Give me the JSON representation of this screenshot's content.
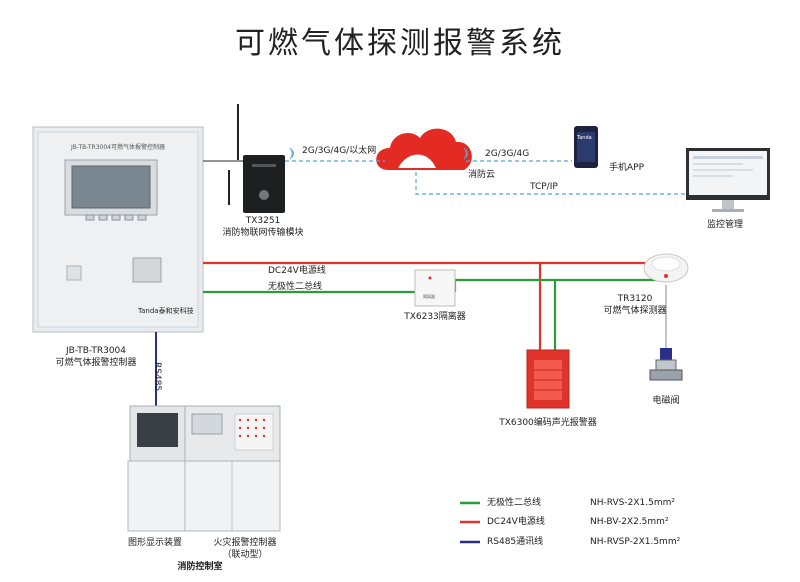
{
  "title": "可燃气体探测报警系统",
  "controller": {
    "header": "JB-TB-TR3004可燃气体报警控制器",
    "brand": "Tanda泰和安科技",
    "model": "JB-TB-TR3004",
    "name": "可燃气体报警控制器"
  },
  "transmission_module": {
    "model": "TX3251",
    "name": "消防物联网传输模块"
  },
  "cloud": {
    "name": "消防云"
  },
  "network_labels": {
    "left": "2G/3G/4G/以太网",
    "right": "2G/3G/4G",
    "tcp": "TCP/IP"
  },
  "phone": {
    "brand": "Tanda",
    "name": "手机APP"
  },
  "monitor": {
    "name": "监控管理"
  },
  "lines": {
    "dc24v": "DC24V电源线",
    "bus": "无极性二总线",
    "rs485": "RS485"
  },
  "isolator": {
    "model": "TX6233",
    "name": "隔离器",
    "label": "TX6233隔离器"
  },
  "detector": {
    "model": "TR3120",
    "name": "可燃气体探测器"
  },
  "valve": {
    "name": "电磁阀"
  },
  "alarm": {
    "label": "TX6300编码声光报警器"
  },
  "control_room": {
    "display": "图形显示装置",
    "panel_line1": "火灾报警控制器",
    "panel_line2": "（联动型）",
    "room": "消防控制室"
  },
  "legend": [
    {
      "name": "无极性二总线",
      "spec": "NH-RVS-2X1.5mm²",
      "color": "#2e9b3a"
    },
    {
      "name": "DC24V电源线",
      "spec": "NH-BV-2X2.5mm²",
      "color": "#e0332b"
    },
    {
      "name": "RS485通讯线",
      "spec": "NH-RVSP-2X1.5mm²",
      "color": "#2b2f8a"
    }
  ],
  "colors": {
    "green": "#2e9b3a",
    "red": "#e0332b",
    "navy": "#2b2f8a",
    "dashed": "#5aa3d6"
  }
}
